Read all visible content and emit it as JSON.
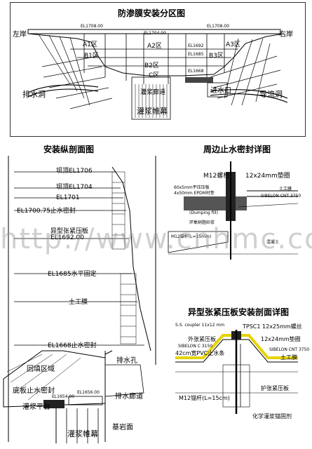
{
  "plan": {
    "title": "防渗膜安装分区图",
    "left_bank": "左岸",
    "right_bank": "右岸",
    "el_left": "EL1708.00",
    "el_mid": "EL1704.00",
    "el_right": "EL1708.00",
    "el_1692": "EL1692",
    "el_1685": "EL1685",
    "el_1668": "EL1668",
    "zone_a1": "A1区",
    "zone_a2": "A2区",
    "zone_a3": "A3区",
    "zone_b1": "B1区",
    "zone_b2": "B2区",
    "zone_b3": "B3区",
    "zone_c": "C区",
    "drain_tunnel": "排水洞",
    "diversion_tunnel": "导流洞",
    "inlet": "进水口",
    "curtain_grouting": "灌浆帷幕",
    "grouting_gallery": "灌浆廊道"
  },
  "section": {
    "title": "安装纵剖面图",
    "crest": "坝顶EL1706",
    "crest2": "坝顶EL1704",
    "el_1701": "EL1701",
    "seal_top": "EL1700.75止水密封",
    "tension_line": "异型张紧压板",
    "el_1692": "EL1692.00",
    "el_1685": "EL1685水平固定",
    "membrane": "土工膜",
    "seal_bottom": "EL1668止水密封",
    "fill_zone": "回填区域",
    "bottom_seal": "底板止水密封",
    "drain_hole": "排水孔",
    "grout_platform": "灌浆平台",
    "drain_gallery": "排水廊道",
    "el_1656": "EL1656.00",
    "el_1654": "EL1654.00",
    "bedrock": "基岩面",
    "curtain": "灌浆帷幕"
  },
  "perimeter": {
    "title": "周边止水密封详图",
    "bolt": "M12螺栓",
    "plate": "12x24mm垫圈",
    "flat_plate": "60x5mm平压压板",
    "epdm": "4x50mm EPDM衬垫",
    "membrane": "土工膜",
    "resin": "环氧树脂砂浆",
    "anchor": "M12锚杆(L=15mm)",
    "concrete": "混凝土",
    "sibelon": "SIBELON CNT 3750",
    "dumping": "(Dumping fill)"
  },
  "tension": {
    "title": "异型张紧压板安装剖面详图",
    "coupler": "S.S. coupler 11x12 mm",
    "tpsc": "TPSC1 12x25mm螺丝",
    "profile": "外张紧压板",
    "washer": "12x24mm垫圈",
    "pvc": "42cm宽PVC止水条",
    "sibelon_left": "SIBELON C 3150",
    "sibelon_right": "SIBELON CNT 3750",
    "membrane": "土工膜",
    "anchor": "M12锚杆(L=15cm)",
    "plate": "护张紧压板",
    "grout": "化学灌浆锚固剂"
  },
  "watermark": "http://www.cnhmc.com"
}
